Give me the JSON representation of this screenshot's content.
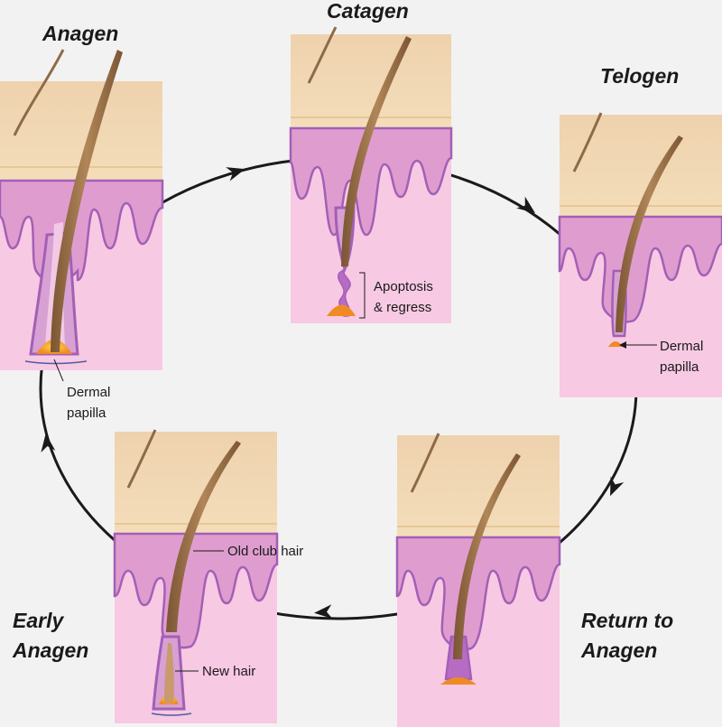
{
  "stages": {
    "anagen": {
      "title": "Anagen",
      "labels": [
        "Dermal",
        "papilla"
      ]
    },
    "catagen": {
      "title": "Catagen",
      "labels": [
        "Apoptosis",
        "& regress"
      ]
    },
    "telogen": {
      "title": "Telogen",
      "labels": [
        "Dermal",
        "papilla"
      ]
    },
    "return_to_anagen": {
      "title_lines": [
        "Return to",
        "Anagen"
      ]
    },
    "early_anagen": {
      "title_lines": [
        "Early",
        "Anagen"
      ],
      "labels": {
        "old_club_hair": "Old club hair",
        "new_hair": "New hair"
      }
    }
  },
  "colors": {
    "background": "#f3f2f2",
    "epidermis": "#f1d6ad",
    "dermis": "#f7c9e3",
    "dermis_band": "#df9dcf",
    "follicle": "#a35fb6",
    "hair": "#9b7149",
    "papilla": "#f08a24",
    "cycle_line": "#1a1a1a"
  }
}
